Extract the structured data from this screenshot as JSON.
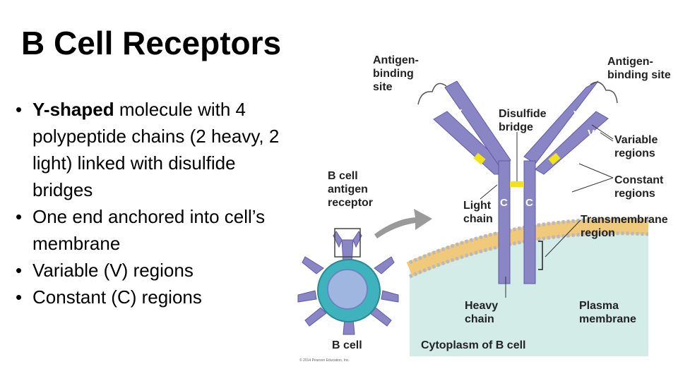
{
  "slide": {
    "title": "B Cell Receptors",
    "bullets": [
      {
        "bold": "Y-shaped",
        "text": " molecule with 4 polypeptide chains (2 heavy, 2 light) linked with disulfide bridges"
      },
      {
        "bold": "",
        "text": "One end anchored into cell’s membrane"
      },
      {
        "bold": "",
        "text": "Variable (V) regions"
      },
      {
        "bold": "",
        "text": "Constant (C) regions"
      }
    ],
    "bullet_char": "•"
  },
  "diagram": {
    "labels": {
      "ag_site_left": [
        "Antigen-",
        "binding",
        "site"
      ],
      "ag_site_right": [
        "Antigen-",
        "binding site"
      ],
      "disulfide": [
        "Disulfide",
        "bridge"
      ],
      "variable": [
        "Variable",
        "regions"
      ],
      "constant": [
        "Constant",
        "regions"
      ],
      "light_chain": [
        "Light",
        "chain"
      ],
      "transmembrane": [
        "Transmembrane",
        "region"
      ],
      "heavy_chain": [
        "Heavy",
        "chain"
      ],
      "plasma_membrane": [
        "Plasma",
        "membrane"
      ],
      "cytoplasm": "Cytoplasm of B cell",
      "bcr": [
        "B cell",
        "antigen",
        "receptor"
      ],
      "bcell": "B cell",
      "copyright": "© 2014 Pearson Education, Inc."
    },
    "segment_letters": {
      "v": "V",
      "c": "C"
    },
    "colors": {
      "chain": "#8a86c6",
      "chain_edge": "#5f5aa3",
      "bridge": "#f2e21a",
      "cytoplasm": "#d3ece8",
      "membrane_head": "#b9b9b9",
      "membrane_tail": "#f0c97a",
      "arrow": "#9a9a9a",
      "cell": "#3fb3bd",
      "nucleus": "#9fb6e0"
    }
  }
}
